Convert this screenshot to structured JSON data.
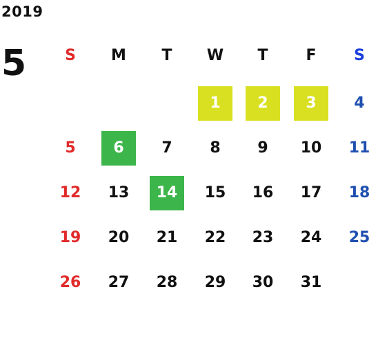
{
  "year": "2019",
  "month": "5",
  "weekdays": [
    "S",
    "M",
    "T",
    "W",
    "T",
    "F",
    "S"
  ],
  "colors": {
    "sunday": "#e12a2a",
    "saturday": "#1f4fb0",
    "highlight_yellow": "#d8e021",
    "highlight_green": "#3cb54a"
  },
  "weeks": [
    [
      {
        "day": ""
      },
      {
        "day": ""
      },
      {
        "day": ""
      },
      {
        "day": "1",
        "highlight": "yellow"
      },
      {
        "day": "2",
        "highlight": "yellow"
      },
      {
        "day": "3",
        "highlight": "yellow"
      },
      {
        "day": "4"
      }
    ],
    [
      {
        "day": "5"
      },
      {
        "day": "6",
        "highlight": "green"
      },
      {
        "day": "7"
      },
      {
        "day": "8"
      },
      {
        "day": "9"
      },
      {
        "day": "10"
      },
      {
        "day": "11"
      }
    ],
    [
      {
        "day": "12"
      },
      {
        "day": "13"
      },
      {
        "day": "14",
        "highlight": "green"
      },
      {
        "day": "15"
      },
      {
        "day": "16"
      },
      {
        "day": "17"
      },
      {
        "day": "18"
      }
    ],
    [
      {
        "day": "19"
      },
      {
        "day": "20"
      },
      {
        "day": "21"
      },
      {
        "day": "22"
      },
      {
        "day": "23"
      },
      {
        "day": "24"
      },
      {
        "day": "25"
      }
    ],
    [
      {
        "day": "26"
      },
      {
        "day": "27"
      },
      {
        "day": "28"
      },
      {
        "day": "29"
      },
      {
        "day": "30"
      },
      {
        "day": "31"
      },
      {
        "day": ""
      }
    ]
  ]
}
